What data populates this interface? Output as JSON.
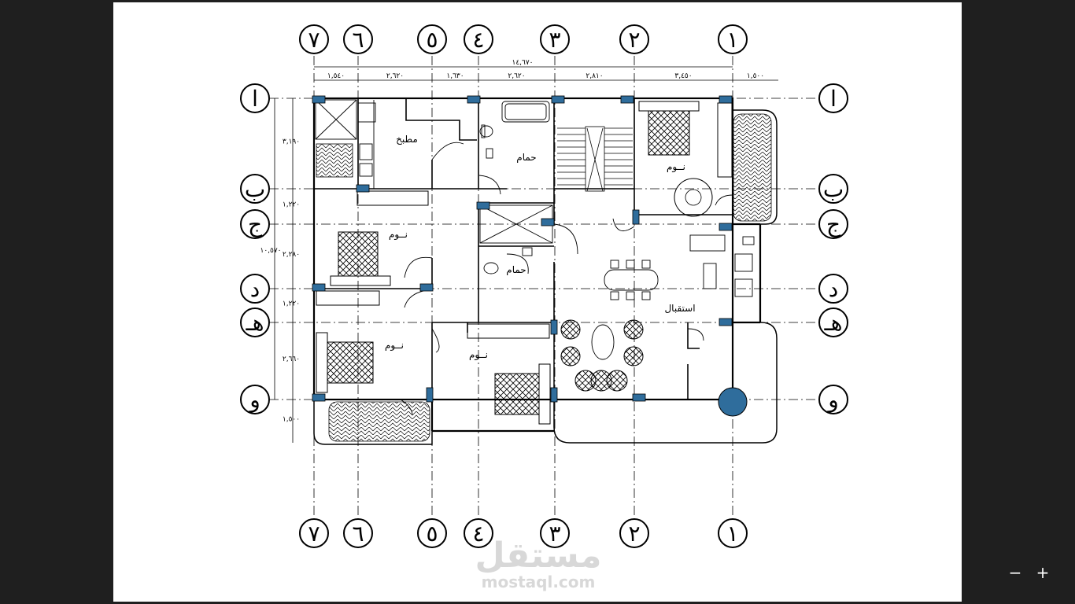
{
  "viewer": {
    "zoom_out_label": "−",
    "zoom_in_label": "+"
  },
  "plan": {
    "grid_columns": [
      "٧",
      "٦",
      "٥",
      "٤",
      "٣",
      "٢",
      "١"
    ],
    "grid_rows": [
      "ا",
      "ب",
      "ج",
      "د",
      "هـ",
      "و"
    ],
    "total_dimension": "١٤,٦٧٠",
    "column_spacings": [
      "١,٥٤٠",
      "٢,٦٢٠",
      "١,٦٣٠",
      "٢,٦٢٠",
      "٢,٨١٠",
      "٣,٤٥٠",
      "١,٥٠٠"
    ],
    "row_spacings": [
      "٣,١٩٠",
      "١,٢٢٠",
      "٢,٢٨٠",
      "١,٢٢٠",
      "٢,٦٦٠",
      "١,٥٠٠"
    ],
    "overall_height": "١٠,٥٧٠",
    "rooms": {
      "kitchen": "مطبخ",
      "bath_upper": "حمام",
      "bath_lower": "حمام",
      "bedroom_master": "نــوم",
      "bedroom_left": "نــوم",
      "bedroom_bottom_left": "نــوم",
      "bedroom_bottom_mid": "نــوم",
      "reception": "استقبال"
    }
  },
  "watermark": {
    "arabic": "مستقل",
    "latin": "mostaql.com"
  },
  "colors": {
    "column_fill": "#2f6d9c",
    "line": "#000000",
    "background": "#1f1f1f"
  }
}
